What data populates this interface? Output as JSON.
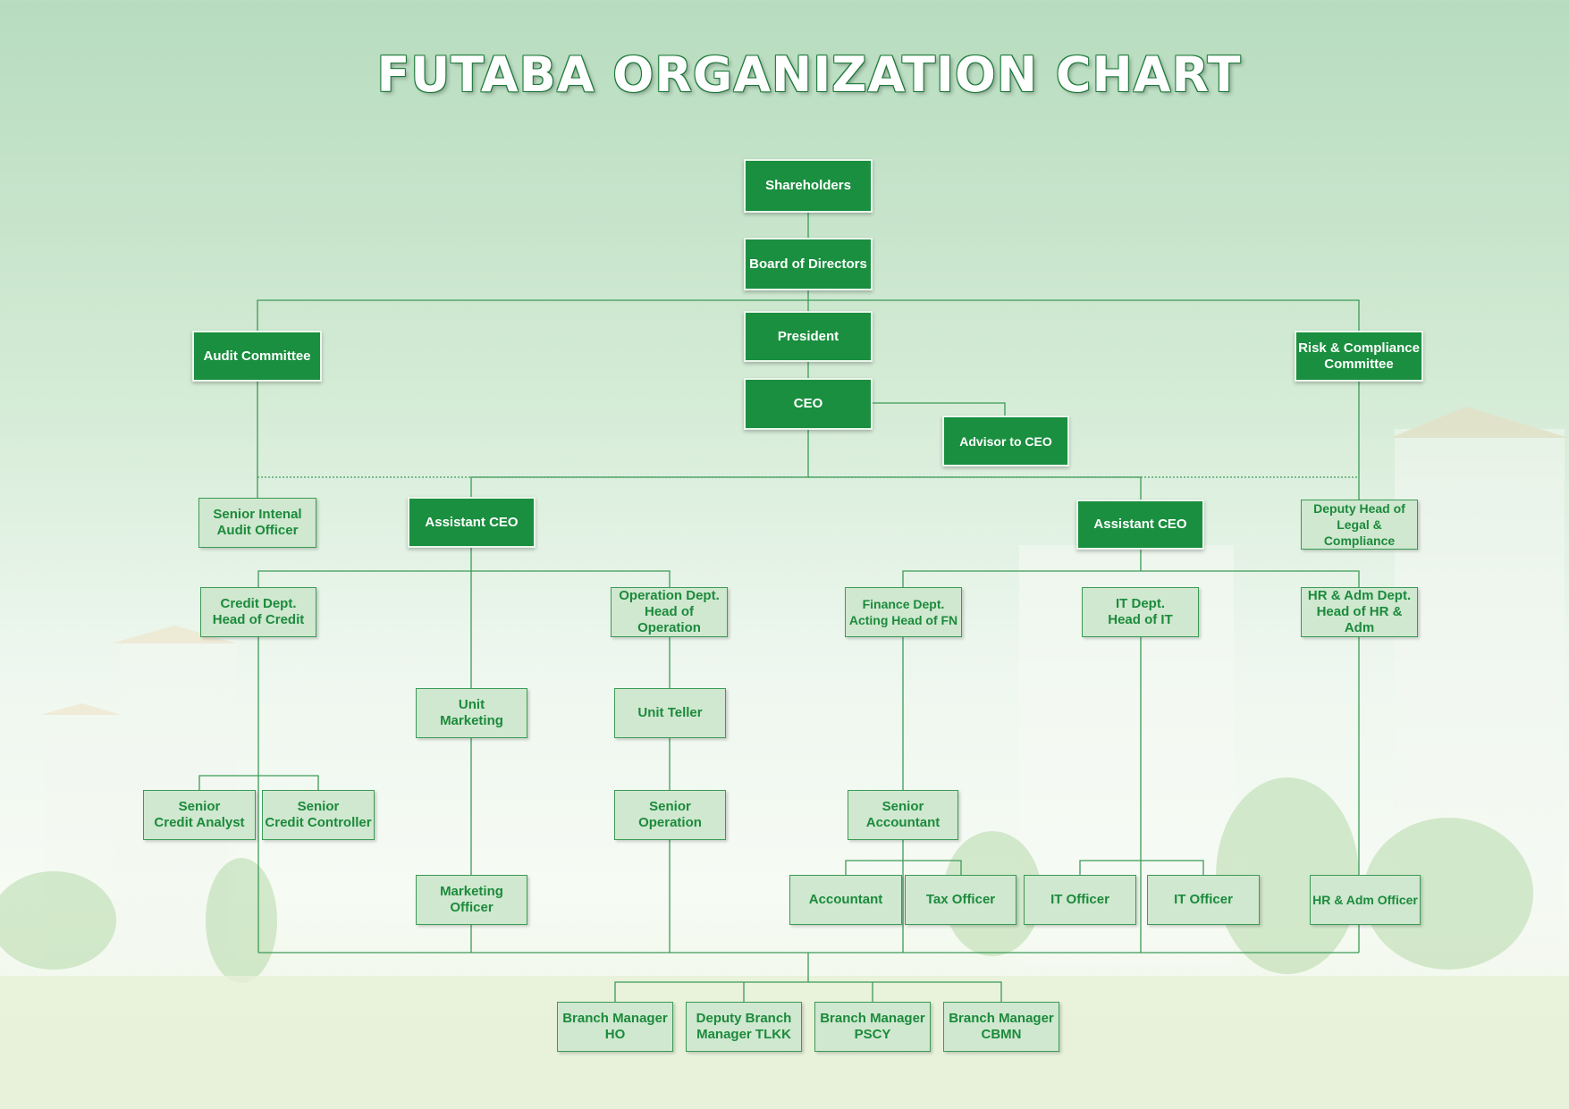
{
  "title": "FUTABA ORGANIZATION CHART",
  "colors": {
    "dark_node": "#1a8f3f",
    "light_node": "#cfe8cf",
    "line": "#3d9a57",
    "text_light": "#1c8a3c"
  },
  "nodes": {
    "shareholders": "Shareholders",
    "board": "Board of Directors",
    "president": "President",
    "ceo": "CEO",
    "advisor": "Advisor to CEO",
    "audit_committee": "Audit Committee",
    "risk_committee": "Risk & Compliance\nCommittee",
    "senior_audit": "Senior Intenal\nAudit Officer",
    "deputy_legal": "Deputy Head of\nLegal & Compliance",
    "assistant_ceo_left": "Assistant  CEO",
    "assistant_ceo_right": "Assistant  CEO",
    "credit_dept": "Credit Dept.\nHead of Credit",
    "operation_dept": "Operation Dept.\nHead of Operation",
    "finance_dept": "Finance Dept.\nActing Head of FN",
    "it_dept": "IT Dept.\nHead of IT",
    "hr_dept": "HR & Adm Dept.\nHead of HR & Adm",
    "unit_marketing": "Unit\nMarketing",
    "unit_teller": "Unit Teller",
    "senior_credit_analyst": "Senior\nCredit Analyst",
    "senior_credit_controller": "Senior\nCredit Controller",
    "senior_operation": "Senior\nOperation",
    "senior_accountant": "Senior\nAccountant",
    "marketing_officer": "Marketing\nOfficer",
    "accountant": "Accountant",
    "tax_officer": "Tax Officer",
    "it_officer_1": "IT Officer",
    "it_officer_2": "IT Officer",
    "hr_officer": "HR & Adm Officer",
    "bm_ho": "Branch Manager\nHO",
    "dbm_tlkk": "Deputy Branch\nManager TLKK",
    "bm_pscy": "Branch Manager\nPSCY",
    "bm_cbmn": "Branch Manager\nCBMN"
  }
}
